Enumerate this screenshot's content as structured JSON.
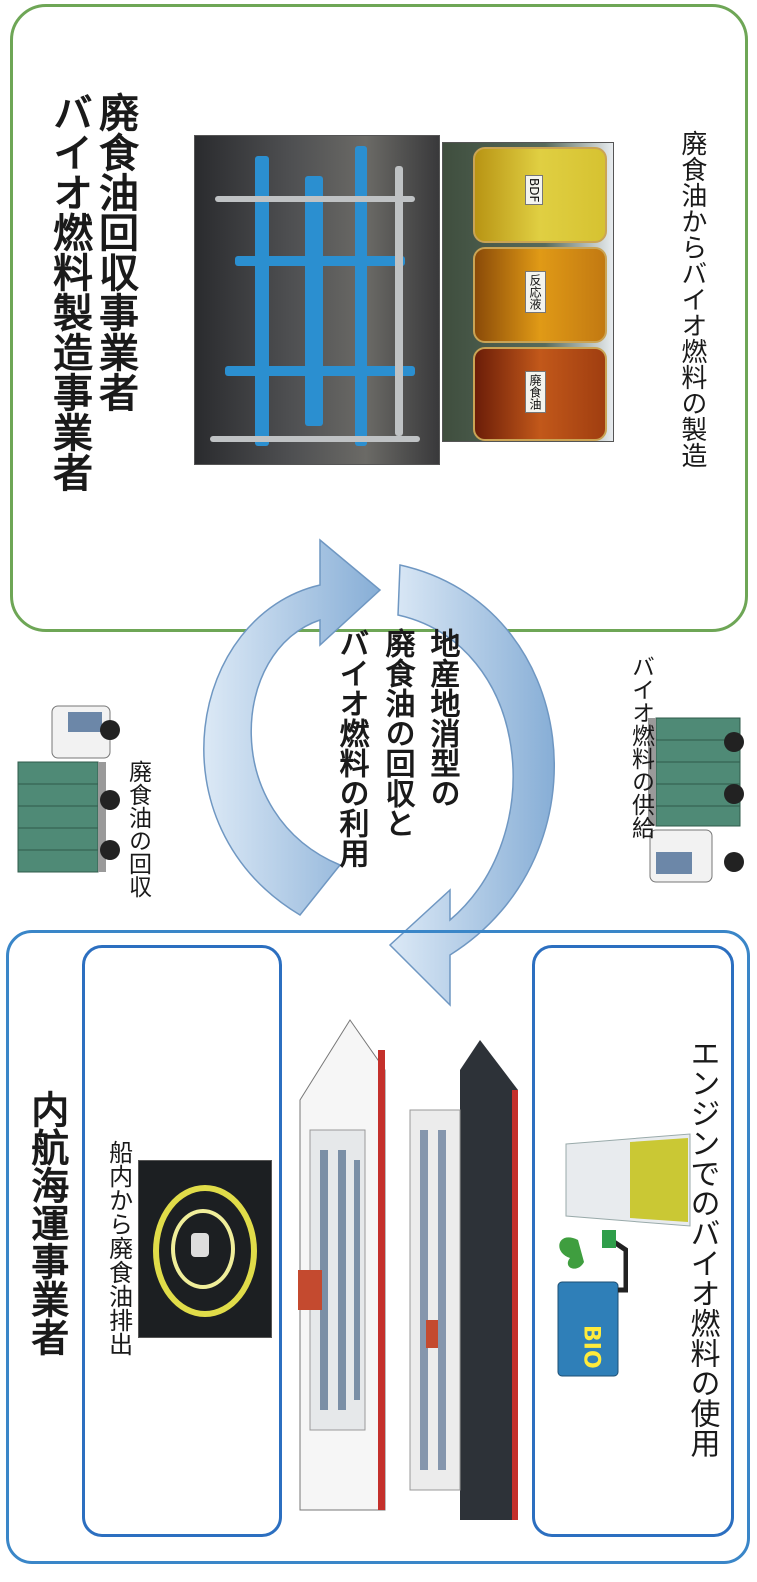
{
  "producer": {
    "title_line1": "廃食油回収事業者",
    "title_line2": "バイオ燃料製造事業者",
    "caption": "廃食油からバイオ燃料の製造",
    "jar_labels": [
      "BDF",
      "反応液",
      "廃食油"
    ]
  },
  "cycle": {
    "line1": "地産地消型の",
    "line2": "廃食油の回収と",
    "line3": "バイオ燃料の利用"
  },
  "collection_label": "廃食油の回収",
  "supply_label": "バイオ燃料の供給",
  "shipping": {
    "title": "内航海運事業者",
    "discharge_caption": "船内から廃食油排出",
    "usage_caption": "エンジンでのバイオ燃料の使用",
    "pump_text": "BIO"
  },
  "colors": {
    "producer_border": "#6ea656",
    "shipping_border": "#3a86c8",
    "arrow_fill": "#a9c7e6",
    "truck_container": "#4f8a76"
  }
}
